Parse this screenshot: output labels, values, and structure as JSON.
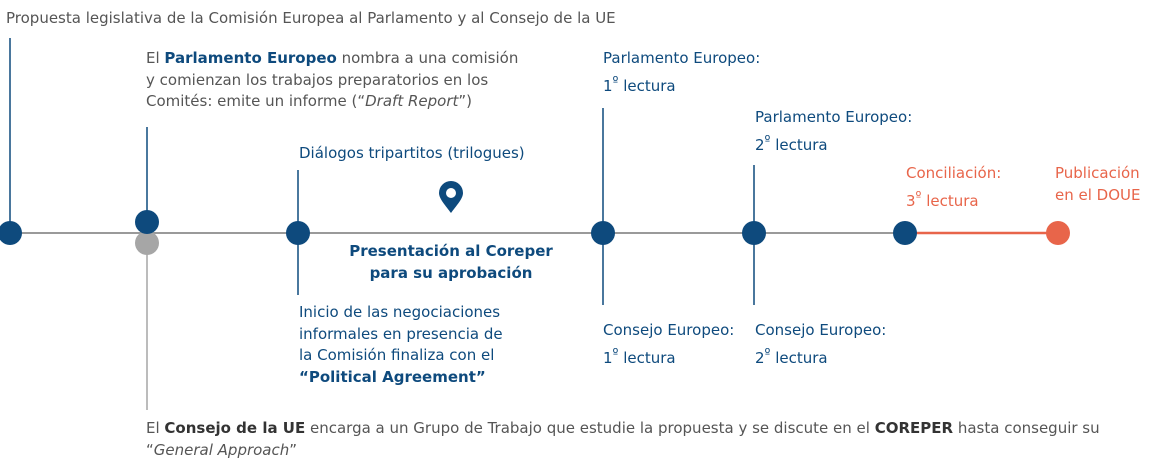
{
  "colors": {
    "line": "#9a9a9a",
    "node": "#0e4a7d",
    "orange": "#e8654a",
    "grey_node": "#a6a6a6"
  },
  "icons": {
    "marker": "map-pin-icon"
  },
  "top_caption": "Propuesta legislativa de la Comisión Europea al Parlamento y al Consejo de la UE",
  "parliament_committee": {
    "lead": "El ",
    "bold": "Parlamento Europeo",
    "rest1": " nombra a una comisión",
    "line2": "y comienzan los trabajos preparatorios en los",
    "line3_pre": "Comités: emite un informe (“",
    "line3_italic": "Draft Report",
    "line3_post": "”)"
  },
  "trilogues": {
    "label": "Diálogos tripartitos (trilogues)"
  },
  "coreper": {
    "line1": "Presentación al Coreper",
    "line2": "para su aprobación"
  },
  "negotiations": {
    "line1": "Inicio de las negociaciones",
    "line2": "informales en presencia de",
    "line3": "la Comisión finaliza con el",
    "line4": "“Political Agreement”"
  },
  "ep_first": {
    "line1": "Parlamento Europeo:",
    "line2_num": "1",
    "line2_sup": "º",
    "line2_rest": " lectura"
  },
  "ep_second": {
    "line1": "Parlamento Europeo:",
    "line2_num": "2",
    "line2_sup": "º",
    "line2_rest": " lectura"
  },
  "ce_first": {
    "line1": "Consejo Europeo:",
    "line2_num": "1",
    "line2_sup": "º",
    "line2_rest": " lectura"
  },
  "ce_second": {
    "line1": "Consejo Europeo:",
    "line2_num": "2",
    "line2_sup": "º",
    "line2_rest": " lectura"
  },
  "conciliation": {
    "line1": "Conciliación:",
    "line2_num": "3",
    "line2_sup": "º",
    "line2_rest": " lectura"
  },
  "publication": {
    "line1": "Publicación",
    "line2": "en el DOUE"
  },
  "council": {
    "lead": "El ",
    "bold1": "Consejo de la UE",
    "mid": " encarga a un Grupo de Trabajo que estudie la propuesta y se discute en el ",
    "bold2": "COREPER",
    "rest": " hasta conseguir su",
    "line2_pre": "“",
    "line2_italic": "General Approach",
    "line2_post": "”"
  }
}
